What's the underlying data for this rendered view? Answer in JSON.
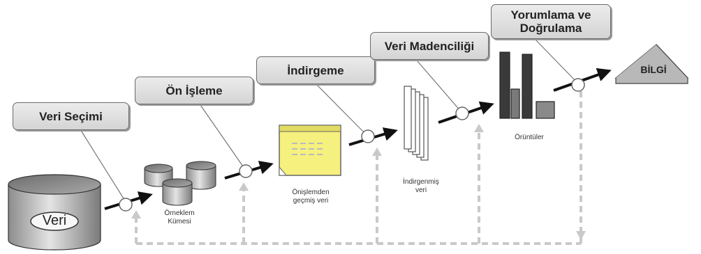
{
  "stages": {
    "veri_secimi": "Veri Seçimi",
    "on_isleme": "Ön İşleme",
    "indirgeme": "İndirgeme",
    "veri_madenciligi": "Veri Madenciliği",
    "yorumlama_line1": "Yorumlama ve",
    "yorumlama_line2": "Doğrulama"
  },
  "nodes": {
    "veri": "Veri",
    "orneklem_line1": "Örneklem",
    "orneklem_line2": "Kümesi",
    "onislemden_line1": "Önişlemden",
    "onislemden_line2": "geçmiş veri",
    "indirgenmis_line1": "İndirgenmiş",
    "indirgenmis_line2": "veri",
    "oruntuler": "Örüntüler",
    "bilgi": "BİLGİ"
  }
}
